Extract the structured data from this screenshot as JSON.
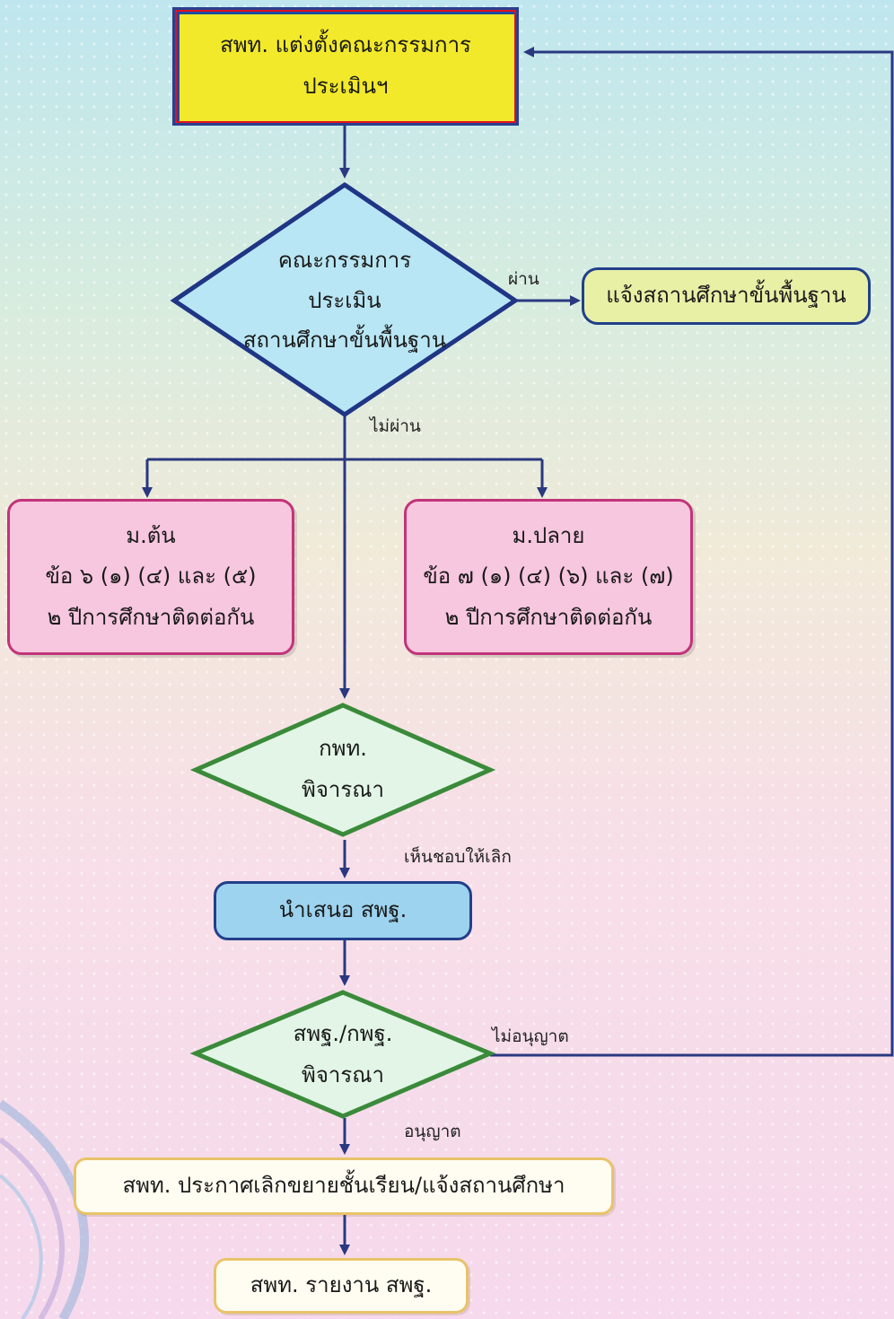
{
  "nodes": {
    "appoint_committee": {
      "line1": "สพท. แต่งตั้งคณะกรรมการ",
      "line2": "ประเมินฯ"
    },
    "committee_evaluate": {
      "line1": "คณะกรรมการ",
      "line2": "ประเมิน",
      "line3": "สถานศึกษาขั้นพื้นฐาน"
    },
    "notify_school": {
      "text": "แจ้งสถานศึกษาขั้นพื้นฐาน"
    },
    "lower_secondary": {
      "line1": "ม.ต้น",
      "line2": "ข้อ ๖ (๑) (๔) และ (๕)",
      "line3": "๒ ปีการศึกษาติดต่อกัน"
    },
    "upper_secondary": {
      "line1": "ม.ปลาย",
      "line2": "ข้อ ๗ (๑) (๔) (๖) และ (๗)",
      "line3": "๒ ปีการศึกษาติดต่อกัน"
    },
    "kpt_consider": {
      "line1": "กพท.",
      "line2": "พิจารณา"
    },
    "propose": {
      "text": "นำเสนอ สพฐ."
    },
    "obec_consider": {
      "line1": "สพฐ./กพฐ.",
      "line2": "พิจารณา"
    },
    "announce": {
      "text": "สพท. ประกาศเลิกขยายชั้นเรียน/แจ้งสถานศึกษา"
    },
    "report": {
      "text": "สพท. รายงาน สพฐ."
    }
  },
  "edge_labels": {
    "pass": "ผ่าน",
    "fail": "ไม่ผ่าน",
    "agree_cancel": "เห็นชอบให้เลิก",
    "not_permit": "ไม่อนุญาต",
    "permit": "อนุญาต"
  },
  "colors": {
    "line": "#2a3880",
    "yellow_fill": "#f2e92a",
    "yellow_border": "#e0111f",
    "diamond_blue_fill": "#b9e6f4",
    "diamond_blue_border": "#1f3585",
    "diamond_green_fill": "#e2f5e6",
    "diamond_green_border": "#3a8a3a",
    "pink_fill": "#f7c6df",
    "pink_border": "#c2347a"
  }
}
